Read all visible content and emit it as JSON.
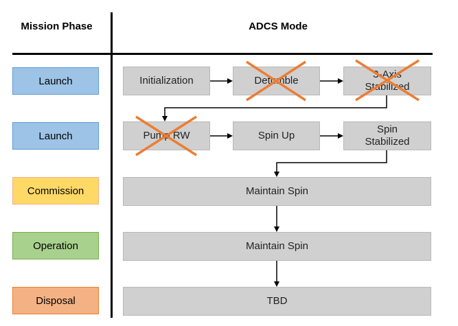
{
  "headers": {
    "phase": "Mission Phase",
    "mode": "ADCS Mode"
  },
  "phases": [
    {
      "label": "Launch",
      "color": "#9dc3e6",
      "border": "#5b9bd5"
    },
    {
      "label": "Launch",
      "color": "#9dc3e6",
      "border": "#5b9bd5"
    },
    {
      "label": "Commission",
      "color": "#ffd966",
      "border": "#f4b183"
    },
    {
      "label": "Operation",
      "color": "#a9d18e",
      "border": "#70ad47"
    },
    {
      "label": "Disposal",
      "color": "#f4b183",
      "border": "#ed7d31"
    }
  ],
  "modes": {
    "initialization": "Initialization",
    "detumble": "Detumble",
    "three_axis": "3-Axis Stabilized",
    "pump_rw": "Pump RW",
    "spin_up": "Spin Up",
    "spin_stabilized": "Spin Stabilized",
    "maintain_spin_1": "Maintain Spin",
    "maintain_spin_2": "Maintain Spin",
    "tbd": "TBD"
  },
  "crossed_out": [
    "Detumble",
    "3-Axis Stabilized",
    "Pump RW"
  ],
  "colors": {
    "cross": "#ed7d31",
    "mode_fill": "#d0d0d0"
  }
}
